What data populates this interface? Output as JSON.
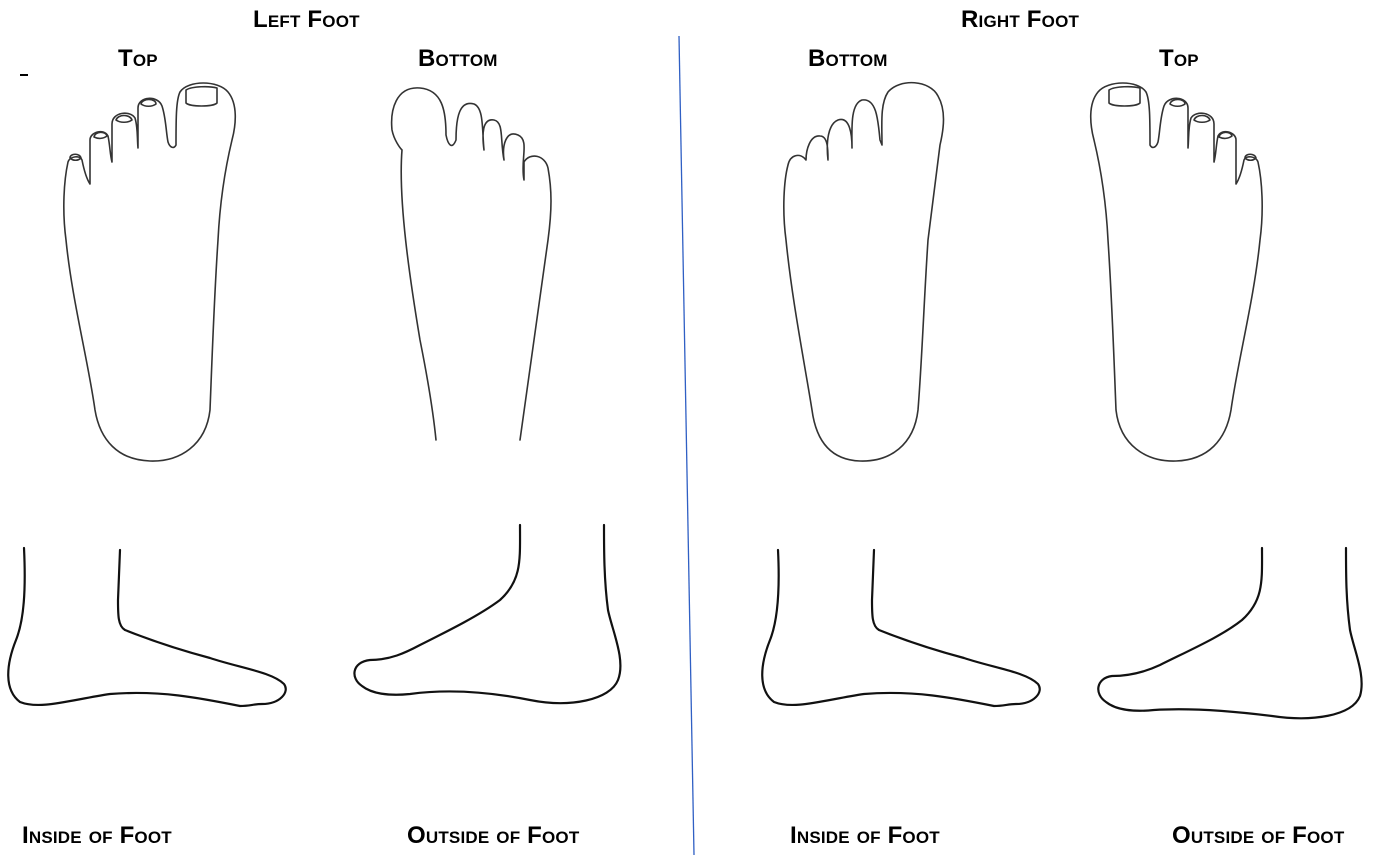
{
  "sections": {
    "left": {
      "title": "Left Foot",
      "top_label": "Top",
      "bottom_label": "Bottom",
      "inside_label": "Inside of Foot",
      "outside_label": "Outside of Foot"
    },
    "right": {
      "title": "Right Foot",
      "bottom_label": "Bottom",
      "top_label": "Top",
      "inside_label": "Inside of Foot",
      "outside_label": "Outside of Foot"
    }
  },
  "colors": {
    "divider": "#2f5fc4",
    "outline": "#333333"
  }
}
